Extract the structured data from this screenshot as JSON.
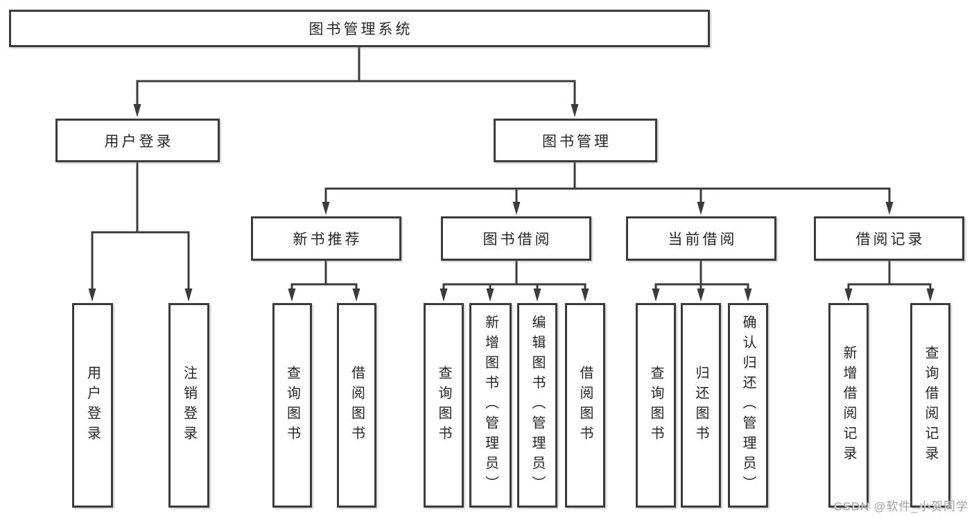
{
  "tree": {
    "label": "图书管理系统",
    "children": [
      {
        "label": "用户登录",
        "children": [
          {
            "label": "用户登录"
          },
          {
            "label": "注销登录"
          }
        ]
      },
      {
        "label": "图书管理",
        "children": [
          {
            "label": "新书推荐",
            "children": [
              {
                "label": "查询图书"
              },
              {
                "label": "借阅图书"
              }
            ]
          },
          {
            "label": "图书借阅",
            "children": [
              {
                "label": "查询图书"
              },
              {
                "label": "新增图书（管理员）"
              },
              {
                "label": "编辑图书（管理员）"
              },
              {
                "label": "借阅图书"
              }
            ]
          },
          {
            "label": "当前借阅",
            "children": [
              {
                "label": "查询图书"
              },
              {
                "label": "归还图书"
              },
              {
                "label": "确认归还（管理员）"
              }
            ]
          },
          {
            "label": "借阅记录",
            "children": [
              {
                "label": "新增借阅记录"
              },
              {
                "label": "查询借阅记录"
              }
            ]
          }
        ]
      }
    ]
  },
  "watermark": {
    "text": "CSDN @软件_小贺同学"
  },
  "colors": {
    "line": "#3b3b3b",
    "box_border": "#3b3b3b",
    "box_background": "#ffffff",
    "text": "#262626",
    "watermark": "#a2a2a6",
    "page_background": "#ffffff"
  }
}
